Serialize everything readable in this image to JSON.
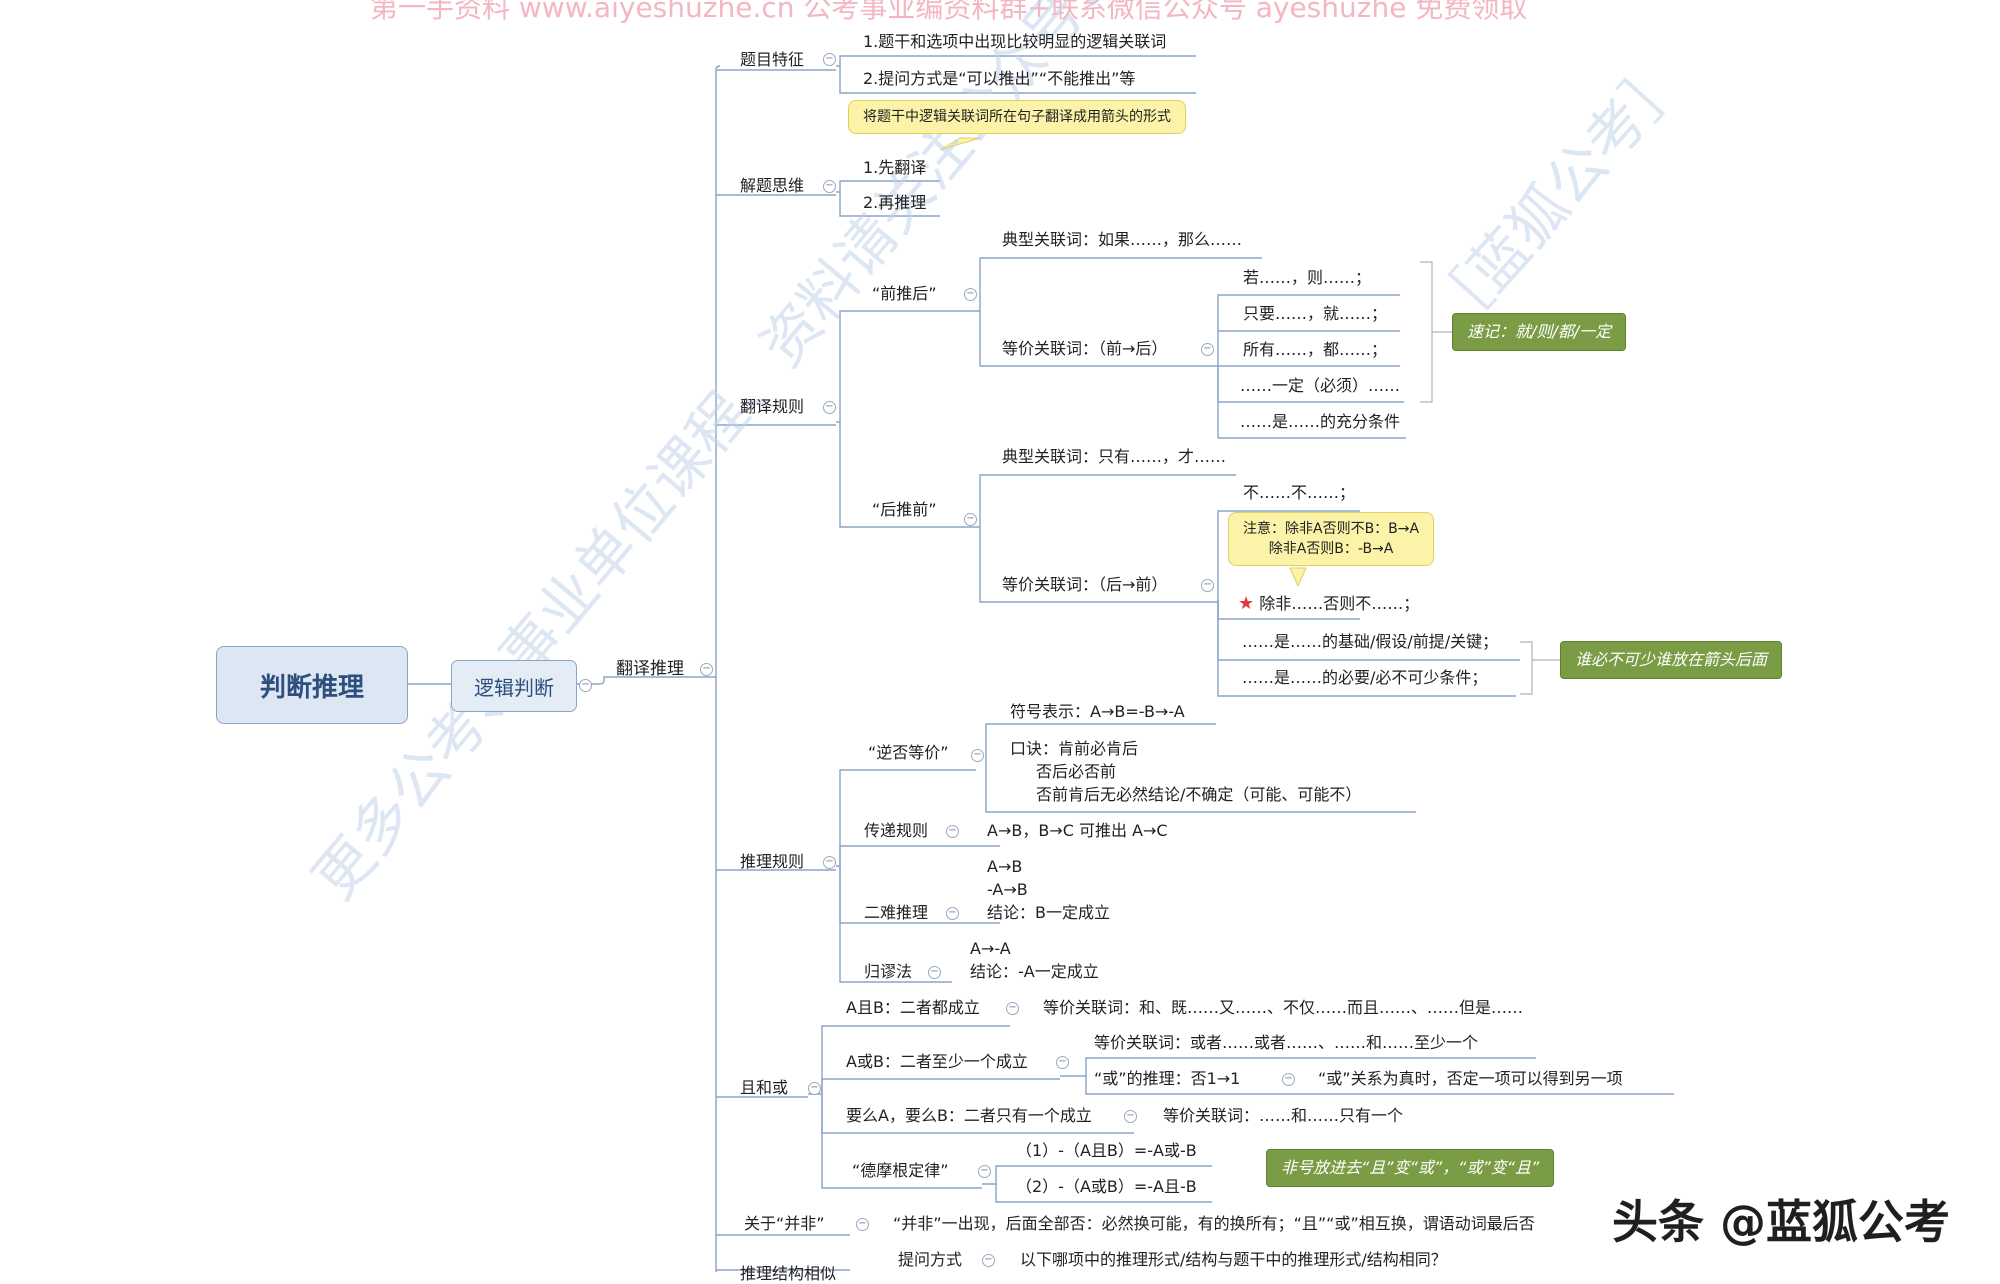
{
  "header_text": "第一手资料 www.aiyeshuzhe.cn 公考事业编资料群+联系微信公众号 ayeshuzhe 免费领取",
  "watermarks": [
    "更多公考、事业单位课程、资料请关注公众号：",
    "［蓝狐公考］"
  ],
  "brand": "头条 @蓝狐公考",
  "root": "判断推理",
  "branch": "逻辑判断",
  "topic": "翻译推理",
  "sections": {
    "features": {
      "label": "题目特征",
      "items": [
        "1.题干和选项中出现比较明显的逻辑关联词",
        "2.提问方式是“可以推出”“不能推出”等"
      ]
    },
    "thinking": {
      "label": "解题思维",
      "note": "将题干中逻辑关联词所在句子翻译成用箭头的形式",
      "items": [
        "1.先翻译",
        "2.再推理"
      ]
    },
    "rules": {
      "label": "翻译规则",
      "forward": {
        "label": "“前推后”",
        "typical": "典型关联词：如果……，那么……",
        "equiv_label": "等价关联词：（前→后）",
        "equiv_items": [
          "若……，则……；",
          "只要……，就……；",
          "所有……，都……；",
          "……一定（必须）……",
          "……是……的充分条件"
        ],
        "tag": "速记：就/则/都/一定"
      },
      "backward": {
        "label": "“后推前”",
        "typical": "典型关联词：只有……，才……",
        "equiv_label": "等价关联词：（后→前）",
        "item_first": "不……不……；",
        "note_line1": "注意：除非A否则不B：B→A",
        "note_line2": "除非A否则B：-B→A",
        "items": [
          "除非……否则不……；",
          "……是……的基础/假设/前提/关键；",
          "……是……的必要/必不可少条件；"
        ],
        "tag": "谁必不可少谁放在箭头后面"
      }
    },
    "inference": {
      "label": "推理规则",
      "contrapositive": {
        "label": "“逆否等价”",
        "symbol": "符号表示：A→B=-B→-A",
        "mnemonic": [
          "口诀：肯前必肯后",
          "否后必否前",
          "否前肯后无必然结论/不确定（可能、可能不）"
        ]
      },
      "transitive": {
        "label": "传递规则",
        "text": "A→B，B→C   可推出   A→C"
      },
      "dilemma": {
        "label": "二难推理",
        "lines": [
          "A→B",
          "-A→B",
          "结论：B一定成立"
        ]
      },
      "absurdity": {
        "label": "归谬法",
        "lines": [
          "A→-A",
          "结论：-A一定成立"
        ]
      }
    },
    "andor": {
      "label": "且和或",
      "and": {
        "label": "A且B：二者都成立",
        "equiv": "等价关联词：和、既……又……、不仅……而且……、……但是……"
      },
      "or": {
        "label": "A或B：二者至少一个成立",
        "equiv": "等价关联词：或者……或者……、……和……至少一个",
        "reasoning_label": "“或”的推理：否1→1",
        "reasoning_text": "“或”关系为真时，否定一项可以得到另一项"
      },
      "either": {
        "label": "要么A，要么B：二者只有一个成立",
        "equiv": "等价关联词：……和……只有一个"
      },
      "demorgan": {
        "label": "“德摩根定律”",
        "items": [
          "（1）-（A且B）=-A或-B",
          "（2）-（A或B）=-A且-B"
        ],
        "tag": "非号放进去“且”变“或”，“或”变“且”"
      }
    },
    "about_not": {
      "label": "关于“并非”",
      "text": "“并非”一出现，后面全部否：必然换可能，有的换所有；“且”“或”相互换，谓语动词最后否"
    },
    "structure": {
      "label": "推理结构相似",
      "question_label": "提问方式",
      "question_text": "以下哪项中的推理形式/结构与题干中的推理形式/结构相同？"
    }
  }
}
